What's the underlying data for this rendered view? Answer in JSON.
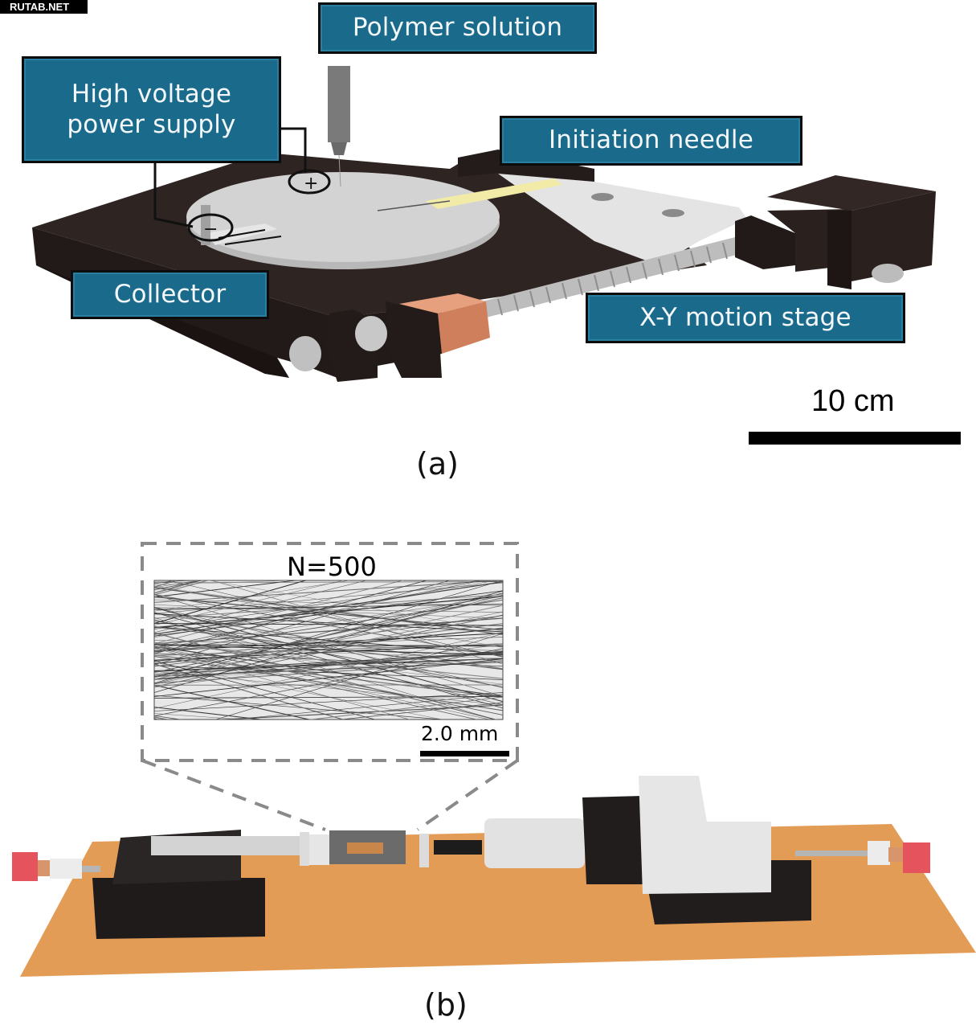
{
  "watermark": "RUTAB.NET",
  "panel_a": {
    "caption": "(a)",
    "labels": {
      "polymer_solution": "Polymer solution",
      "high_voltage_line1": "High voltage",
      "high_voltage_line2": "power supply",
      "initiation_needle": "Initiation needle",
      "collector": "Collector",
      "xy_stage": "X-Y motion stage"
    },
    "terminals": {
      "positive": "+",
      "negative": "−"
    },
    "scale_bar": {
      "text": "10 cm"
    }
  },
  "panel_b": {
    "caption": "(b)",
    "inset": {
      "title": "N=500",
      "scale_bar": {
        "text": "2.0 mm"
      }
    }
  },
  "colors": {
    "label_fill": "#1a6a8c",
    "label_text": "#f4f8fa",
    "stage_dark": "#2b2220",
    "collector_disc": "#cfcfcf",
    "copper": "#d98e6a",
    "base_orange": "#e09a52",
    "red_knob": "#e5545c"
  }
}
